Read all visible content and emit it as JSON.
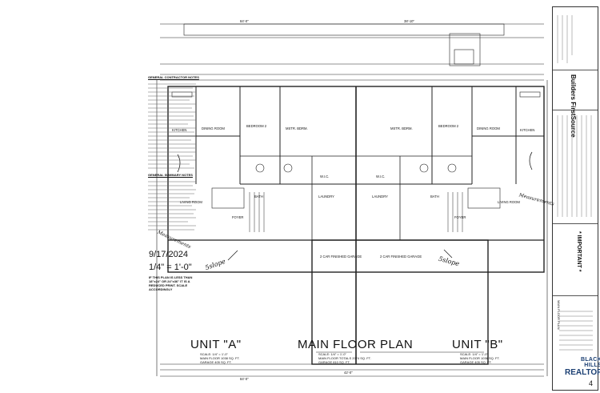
{
  "sheet": {
    "date": "9/17/2024",
    "scale": "1/4\" = 1'-0\"",
    "reduced_print_note": "IF THIS PLAN IS LESS THAN 18\"x24\" OR 24\"x36\" IT IS A REDUCED PRINT. SCALE ACCORDINGLY",
    "page_number": "4"
  },
  "notes": {
    "general_contractor_title": "GENERAL CONTRACTOR NOTES",
    "general_summary_title": "GENERAL SUMMARY NOTES"
  },
  "titles": {
    "unit_a": "UNIT \"A\"",
    "unit_a_scale": "SCALE: 1/4\" = 1'-0\"",
    "unit_a_main": "MAIN FLOOR  1038 SQ. FT.",
    "unit_a_garage": "GARAGE  405 SQ. FT.",
    "main": "MAIN FLOOR PLAN",
    "main_scale": "SCALE: 1/4\" = 1'-0\"",
    "main_totals": "MAIN FLOOR TOTALS  2074 SQ. FT.",
    "main_garage": "GARAGE  810 SQ. FT.",
    "unit_b": "UNIT \"B\"",
    "unit_b_scale": "SCALE: 1/4\" = 1'-0\"",
    "unit_b_main": "MAIN FLOOR  1036 SQ. FT.",
    "unit_b_garage": "GARAGE  405 SQ. FT."
  },
  "rooms": {
    "kitchen_a": "KITCHEN",
    "dining_a": "DINING ROOM",
    "bedroom2_a": "BEDROOM 2",
    "mstr_a": "MSTR. BDRM.",
    "living_a": "LIVING ROOM",
    "bath_a": "BATH",
    "foyer_a": "FOYER",
    "wic_a": "W.I.C.",
    "laundry_a": "LAUNDRY",
    "garage_a": "2 CAR FINISHED GARAGE",
    "kitchen_b": "KITCHEN",
    "dining_b": "DINING ROOM",
    "bedroom2_b": "BEDROOM 2",
    "mstr_b": "MSTR. BDRM.",
    "living_b": "LIVING ROOM",
    "bath_b": "BATH",
    "foyer_b": "FOYER",
    "wic_b": "W.I.C.",
    "laundry_b": "LAUNDRY",
    "garage_b": "2 CAR FINISHED GARAGE"
  },
  "dims": {
    "overall_top": "84'-0\"",
    "deck_top": "38'-10\"",
    "overall_bottom": "84'-0\"",
    "garage_width": "42'-0\""
  },
  "annotations": {
    "hand_left": "5slope",
    "hand_right": "5slope",
    "hand_left2": "Measurements",
    "hand_right2": "Measurements"
  },
  "title_block": {
    "company": "Builders FirstSource",
    "important": "* IMPORTANT *",
    "sheet_title": "MAIN FLOOR PLAN"
  },
  "brand": {
    "name_line1": "BLACK HILLS",
    "name_line2": "REALTORS"
  },
  "colors": {
    "line": "#222222",
    "brand_blue": "#1b3f73"
  }
}
